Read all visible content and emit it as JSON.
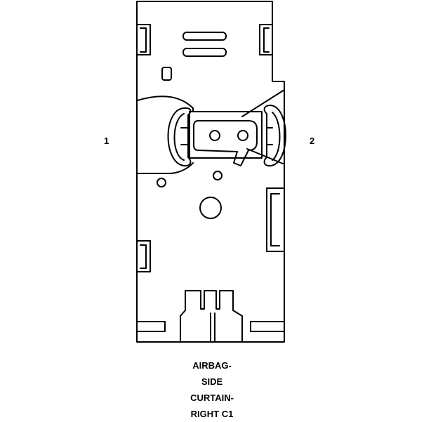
{
  "connector": {
    "pin_labels": [
      "1",
      "2"
    ],
    "caption_lines": [
      "AIRBAG-",
      "SIDE",
      "CURTAIN-",
      "RIGHT C1"
    ]
  },
  "style": {
    "line_color": "#000000",
    "background": "#ffffff"
  }
}
